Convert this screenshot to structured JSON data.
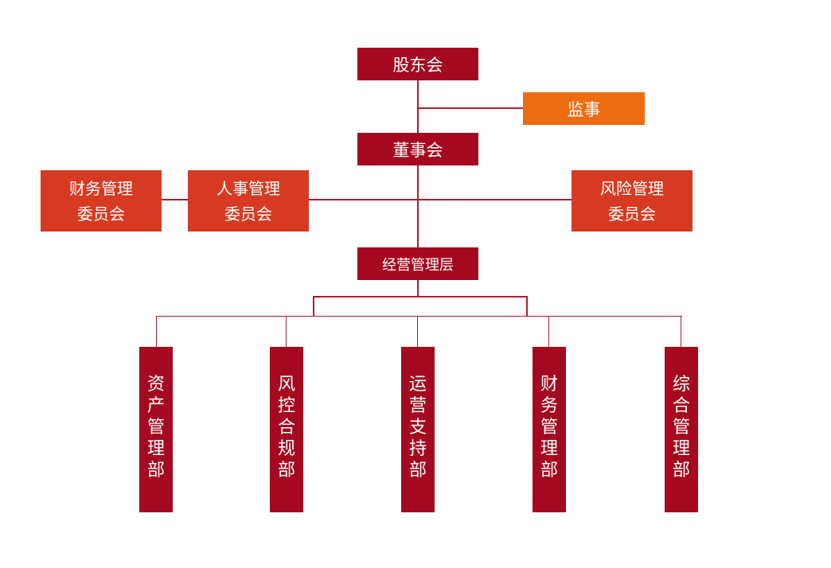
{
  "colors": {
    "dark_red": "#a5091f",
    "red": "#d63a22",
    "orange": "#ed6c12",
    "line": "#b01c2e"
  },
  "chart": {
    "shareholders": "股东会",
    "supervisor": "监事",
    "board": "董事会",
    "committees": {
      "finance": [
        "财务管理",
        "委员会"
      ],
      "hr": [
        "人事管理",
        "委员会"
      ],
      "risk": [
        "风险管理",
        "委员会"
      ]
    },
    "management": "经营管理层",
    "departments": [
      "资产管理部",
      "风控合规部",
      "运营支持部",
      "财务管理部",
      "综合管理部"
    ]
  }
}
